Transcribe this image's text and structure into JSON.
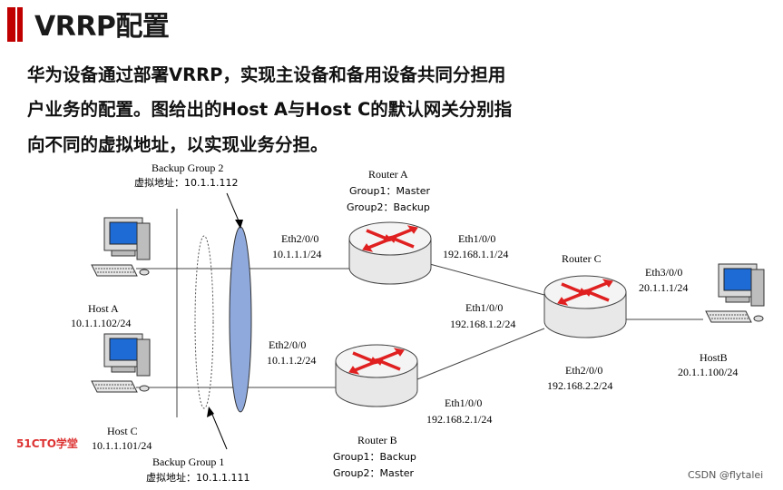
{
  "title": "VRRP配置",
  "paragraph": {
    "line1": "华为设备通过部署VRRP，实现主设备和备用设备共同分担用",
    "line2": "户业务的配置。图给出的Host A与Host C的默认网关分别指",
    "line3": "向不同的虚拟地址，以实现业务分担。"
  },
  "diagram": {
    "backup_group2": {
      "name": "Backup Group 2",
      "vip": "虚拟地址：10.1.1.112"
    },
    "backup_group1": {
      "name": "Backup Group 1",
      "vip": "虚拟地址：10.1.1.111"
    },
    "router_a": {
      "name": "Router A",
      "group1": "Group1：Master",
      "group2": "Group2：Backup",
      "eth_left": "Eth2/0/0",
      "eth_left_ip": "10.1.1.1/24",
      "eth_right": "Eth1/0/0",
      "eth_right_ip": "192.168.1.1/24"
    },
    "router_b": {
      "name": "Router B",
      "group1": "Group1：Backup",
      "group2": "Group2：Master",
      "eth_left": "Eth2/0/0",
      "eth_left_ip": "10.1.1.2/24",
      "eth_right": "Eth1/0/0",
      "eth_right_ip": "192.168.2.1/24"
    },
    "router_c": {
      "name": "Router C",
      "eth1": "Eth1/0/0",
      "eth1_ip": "192.168.1.2/24",
      "eth2": "Eth2/0/0",
      "eth2_ip": "192.168.2.2/24",
      "eth3": "Eth3/0/0",
      "eth3_ip": "20.1.1.1/24"
    },
    "host_a": {
      "name": "Host A",
      "ip": "10.1.1.102/24"
    },
    "host_c": {
      "name": "Host C",
      "ip": "10.1.1.101/24"
    },
    "host_b": {
      "name": "HostB",
      "ip": "20.1.1.100/24"
    }
  },
  "watermark": {
    "left": "51CTO学堂",
    "right": "CSDN @flytalei"
  },
  "colors": {
    "accent": "#c00000",
    "ellipse_fill": "#8fa9dc",
    "router_arrow": "#e02020"
  }
}
